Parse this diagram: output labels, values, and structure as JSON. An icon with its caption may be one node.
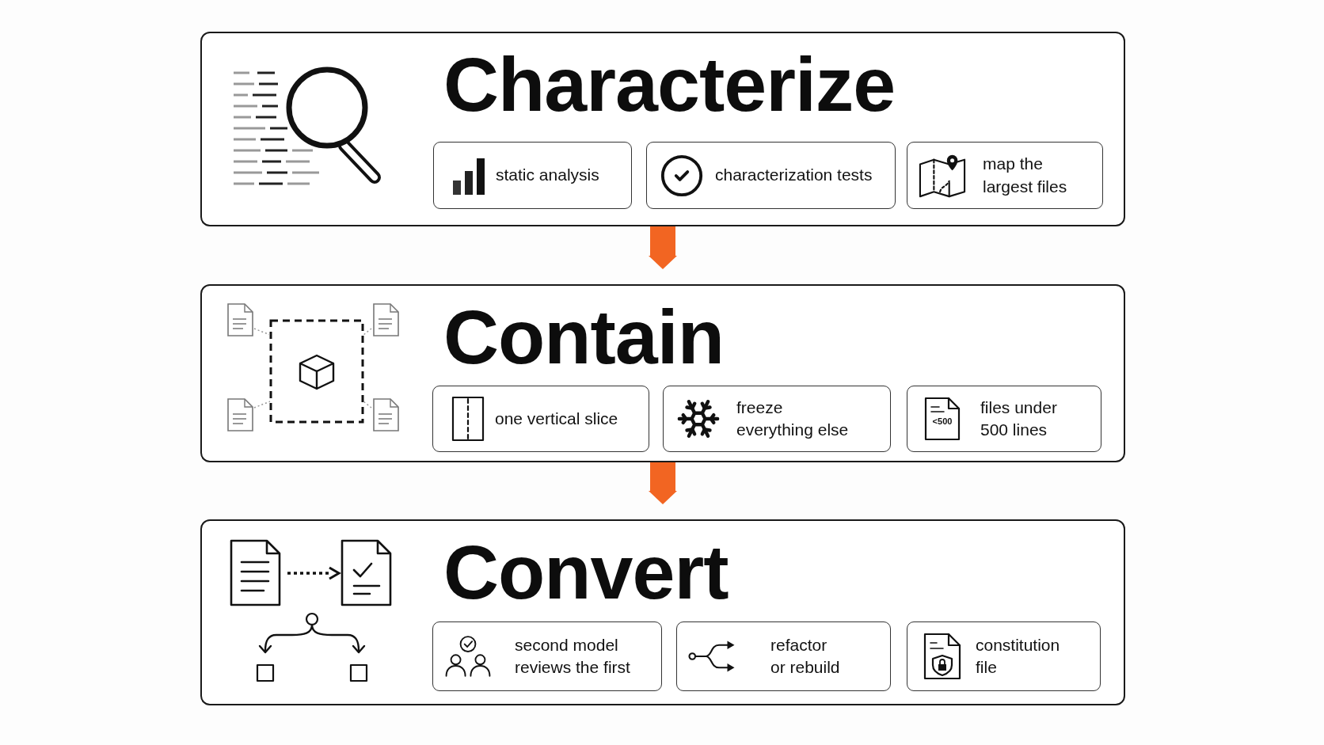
{
  "diagram": {
    "nodes": [
      {
        "text": [
          "Characterize"
        ]
      },
      {
        "text": [
          "static analysis"
        ],
        "in": 0
      },
      {
        "text": [
          "characterization tests"
        ],
        "in": 0
      },
      {
        "text": [
          "map the largest files"
        ],
        "in": 0
      },
      {
        "text": [
          "Contain"
        ]
      },
      {
        "text": [
          "one vertical slice"
        ],
        "in": 4
      },
      {
        "text": [
          "freeze everything else"
        ],
        "in": 4
      },
      {
        "text": [
          "files under 500 lines"
        ],
        "in": 4
      },
      {
        "text": [
          "Convert"
        ]
      },
      {
        "text": [
          "second model reviews the first"
        ],
        "in": 8
      },
      {
        "text": [
          "refactor or rebuild"
        ],
        "in": 8
      },
      {
        "text": [
          "constitution file"
        ],
        "in": 8
      }
    ],
    "edges": [
      {
        "from": 0,
        "to": 4,
        "arrow": "to"
      },
      {
        "from": 4,
        "to": 8,
        "arrow": "to"
      }
    ],
    "labels": [
      "<500"
    ]
  }
}
